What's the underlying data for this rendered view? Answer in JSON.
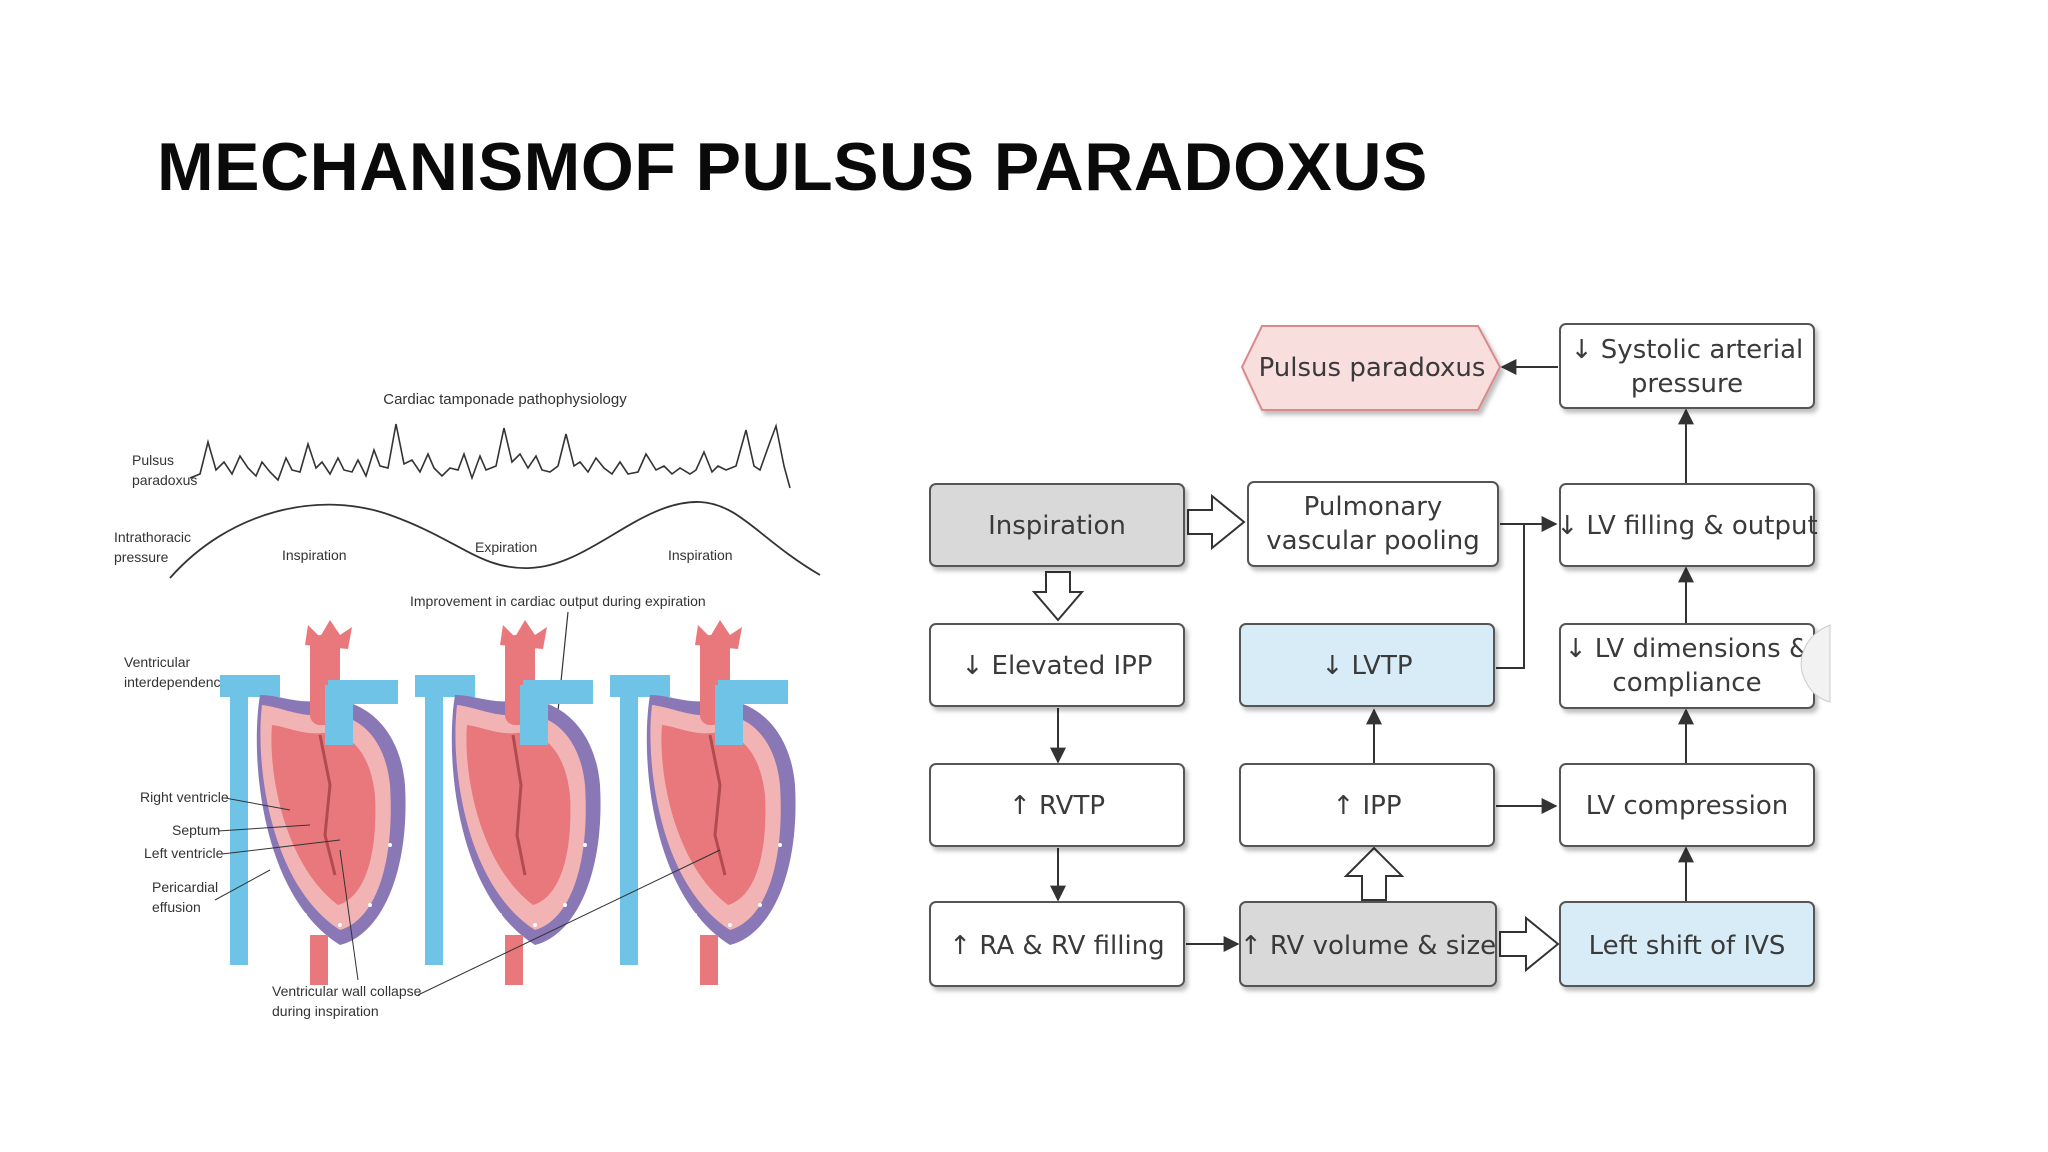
{
  "slide": {
    "title": "MECHANISMOF PULSUS PARADOXUS"
  },
  "left_figure": {
    "heading": "Cardiac tamponade pathophysiology",
    "labels": {
      "pulsus": "Pulsus",
      "paradoxus": "paradoxus",
      "intrathoracic": "Intrathoracic",
      "pressure": "pressure",
      "inspiration_1": "Inspiration",
      "expiration": "Expiration",
      "inspiration_2": "Inspiration",
      "improvement": "Improvement in cardiac output during expiration",
      "ventricular": "Ventricular",
      "interdependence": "interdependence",
      "right_ventricle": "Right ventricle",
      "septum": "Septum",
      "left_ventricle": "Left ventricle",
      "pericardial": "Pericardial",
      "effusion": "effusion",
      "wall_collapse": "Ventricular wall collapse",
      "during_inspiration": "during inspiration"
    },
    "colors": {
      "heart_red": "#e8787c",
      "heart_pink": "#f2b3b5",
      "vessel_blue": "#6ec3e6",
      "effusion_purple": "#8a77b5",
      "line": "#333333"
    }
  },
  "flowchart": {
    "nodes": {
      "pulsus_paradoxus": "Pulsus paradoxus",
      "systolic_1": "↓ Systolic arterial",
      "systolic_2": "pressure",
      "inspiration": "Inspiration",
      "pulm_1": "Pulmonary",
      "pulm_2": "vascular pooling",
      "lv_filling": "↓ LV filling & output",
      "elevated_ipp": "↓ Elevated IPP",
      "lvtp": "↓ LVTP",
      "lv_dim_1": "↓ LV dimensions &",
      "lv_dim_2": "compliance",
      "rvtp": "↑ RVTP",
      "ipp": "↑ IPP",
      "lv_compression": "LV compression",
      "ra_rv": "↑ RA & RV filling",
      "rv_volume": "↑ RV volume & size",
      "left_shift": "Left shift of IVS"
    },
    "colors": {
      "pulsus_fill": "#f9dede",
      "pulsus_border": "#d98a8a",
      "gray_fill": "#d9d9d9",
      "blue_fill": "#d8ecf7",
      "white_fill": "#ffffff",
      "border": "#555555"
    }
  }
}
